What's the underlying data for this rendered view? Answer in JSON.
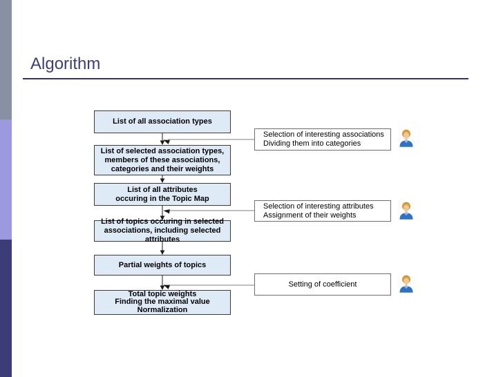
{
  "slide": {
    "title": "Algorithm"
  },
  "flowchart": {
    "steps": [
      {
        "label": "List of all association types"
      },
      {
        "label": "List of selected association types,\nmembers of these associations,\ncategories and their weights"
      },
      {
        "label": "List of all attributes\noccuring in the Topic Map"
      },
      {
        "label": "List of topics occuring in selected\nassociations, including selected attributes"
      },
      {
        "label": "Partial weights of topics"
      },
      {
        "label": "Total topic weights\nFinding the maximal value\nNormalization"
      }
    ],
    "annotations": [
      {
        "label": "Selection of interesting associations\nDividing them into categories",
        "icon": "person-icon"
      },
      {
        "label": "Selection of interesting attributes\nAssignment of their weights",
        "icon": "person-icon"
      },
      {
        "label": "Setting of coefficient",
        "icon": "person-icon"
      }
    ]
  },
  "colors": {
    "bar_gray": "#8791a3",
    "bar_lavender": "#9c99e1",
    "bar_navy": "#3c3c78",
    "title_color": "#3d3d78",
    "rule_color": "#333366",
    "flow_box_fill": "#dfeaf7",
    "flow_box_border": "#3a3a3a",
    "side_box_border": "#6e6e6e",
    "connector_gray": "#7f7f7f",
    "connector_black": "#1a1a1a",
    "person_hair": "#c9952f",
    "person_skin": "#f3c498",
    "person_body": "#2e72c8"
  }
}
